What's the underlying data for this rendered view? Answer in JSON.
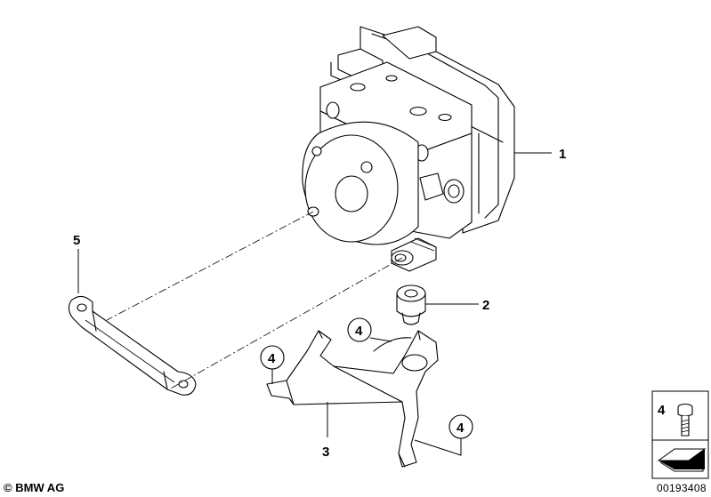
{
  "callouts": {
    "c1": "1",
    "c2": "2",
    "c3": "3",
    "c4a": "4",
    "c4b": "4",
    "c4c": "4",
    "c5": "5"
  },
  "inset": {
    "item": "4"
  },
  "footer": {
    "copyright": "© BMW AG",
    "code": "00193408"
  }
}
